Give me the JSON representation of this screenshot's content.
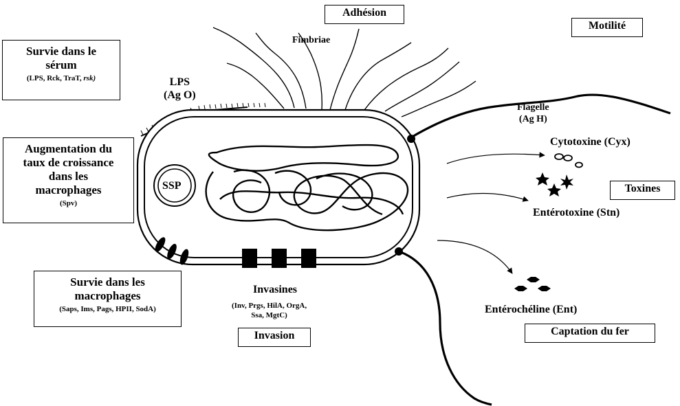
{
  "boxes": {
    "adhesion": "Adhésion",
    "motilite": "Motilité",
    "serum": {
      "title_line1": "Survie dans le",
      "title_line2": "sérum",
      "sub_prefix": "(LPS, Rck, TraT, ",
      "sub_italic": "rsk)"
    },
    "croissance": {
      "line1": "Augmentation du",
      "line2": "taux de croissance",
      "line3": "dans les",
      "line4": "macrophages",
      "sub": "(Spv)"
    },
    "macrophages": {
      "line1": "Survie dans les",
      "line2": "macrophages",
      "sub": "(Saps, Ims, Pags, HPII, SodA)"
    },
    "toxines": "Toxines",
    "invasion": "Invasion",
    "captation": "Captation du fer"
  },
  "labels": {
    "fimbriae": "Fimbriae",
    "lps_line1": "LPS",
    "lps_line2": "(Ag O)",
    "flagelle_line1": "Flagelle",
    "flagelle_line2": "(Ag H)",
    "cytotoxine": "Cytotoxine (Cyx)",
    "enterotoxine": "Entérotoxine (Stn)",
    "ssp": "SSP",
    "invasines": "Invasines",
    "invasines_sub1": "(Inv, Prgs, HilA, OrgA,",
    "invasines_sub2": "Ssa, MgtC)",
    "enterocheline": "Entérochéline (Ent)"
  },
  "icons": [
    "fimbriae-icon",
    "flagellum-icon",
    "lps-icon",
    "toxin-icon",
    "siderophore-icon",
    "arrow-icon"
  ]
}
